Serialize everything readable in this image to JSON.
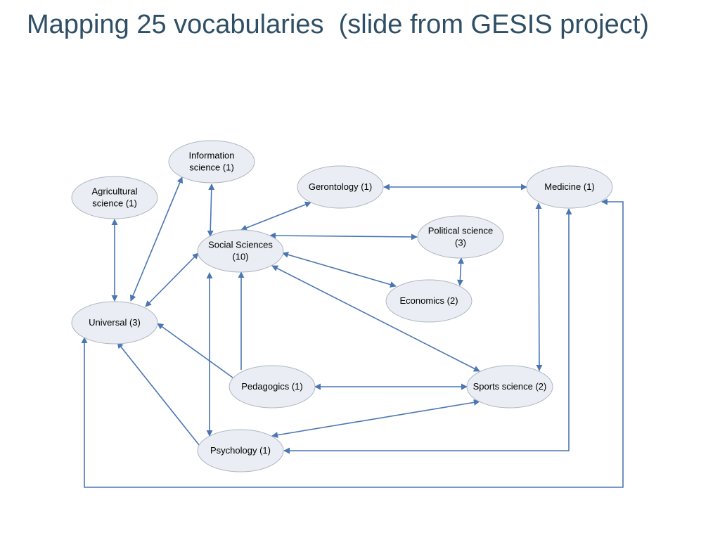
{
  "title": "Mapping 25 vocabularies  (slide from GESIS project)",
  "colors": {
    "title": "#2e4f65",
    "edge": "#4a76b3",
    "node_fill": "#eaedf3",
    "node_stroke": "#aeb5c2"
  },
  "nodes": [
    {
      "id": "information",
      "lines": [
        "Information",
        "science (1)"
      ]
    },
    {
      "id": "agricultural",
      "lines": [
        "Agricultural",
        "science (1)"
      ]
    },
    {
      "id": "gerontology",
      "lines": [
        "Gerontology (1)"
      ]
    },
    {
      "id": "medicine",
      "lines": [
        "Medicine (1)"
      ]
    },
    {
      "id": "political",
      "lines": [
        "Political science",
        "(3)"
      ]
    },
    {
      "id": "social",
      "lines": [
        "Social Sciences",
        "(10)"
      ]
    },
    {
      "id": "economics",
      "lines": [
        "Economics (2)"
      ]
    },
    {
      "id": "universal",
      "lines": [
        "Universal (3)"
      ]
    },
    {
      "id": "pedagogics",
      "lines": [
        "Pedagogics (1)"
      ]
    },
    {
      "id": "sports",
      "lines": [
        "Sports science (2)"
      ]
    },
    {
      "id": "psychology",
      "lines": [
        "Psychology (1)"
      ]
    }
  ],
  "edges": [
    {
      "from": "agricultural",
      "to": "universal",
      "direction": "both"
    },
    {
      "from": "universal",
      "to": "information",
      "direction": "both"
    },
    {
      "from": "information",
      "to": "social",
      "direction": "both"
    },
    {
      "from": "universal",
      "to": "social",
      "direction": "both"
    },
    {
      "from": "social",
      "to": "gerontology",
      "direction": "both"
    },
    {
      "from": "gerontology",
      "to": "medicine",
      "direction": "both"
    },
    {
      "from": "social",
      "to": "political",
      "direction": "both"
    },
    {
      "from": "social",
      "to": "economics",
      "direction": "both"
    },
    {
      "from": "political",
      "to": "economics",
      "direction": "both"
    },
    {
      "from": "social",
      "to": "sports",
      "direction": "both"
    },
    {
      "from": "medicine",
      "to": "sports",
      "direction": "both"
    },
    {
      "from": "social",
      "to": "psychology",
      "direction": "both"
    },
    {
      "from": "pedagogics",
      "to": "social",
      "direction": "forward"
    },
    {
      "from": "pedagogics",
      "to": "universal",
      "direction": "forward"
    },
    {
      "from": "pedagogics",
      "to": "sports",
      "direction": "both"
    },
    {
      "from": "psychology",
      "to": "universal",
      "direction": "forward"
    },
    {
      "from": "sports",
      "to": "psychology",
      "direction": "both"
    },
    {
      "from": "psychology",
      "to": "medicine",
      "direction": "both",
      "routing": "elbow"
    },
    {
      "from": "universal",
      "to": "medicine",
      "direction": "both",
      "routing": "frame"
    }
  ]
}
